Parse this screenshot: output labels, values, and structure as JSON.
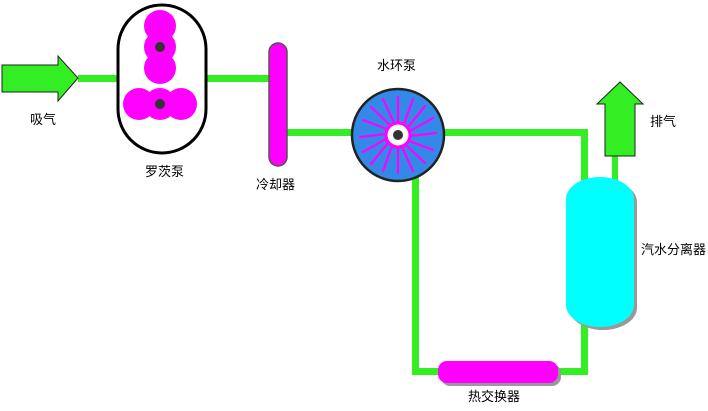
{
  "labels": {
    "intake": "吸气",
    "roots_pump": "罗茨泵",
    "cooler": "冷却器",
    "water_ring_pump": "水环泵",
    "exhaust": "排气",
    "separator": "汽水分离器",
    "heat_exchanger": "热交换器"
  },
  "colors": {
    "pipe": "#33ee22",
    "arrow": "#33ee22",
    "magenta": "#ff00ff",
    "cyan": "#00ffff",
    "pump_blue": "#3388e8",
    "dark": "#333333",
    "outline": "#000000"
  }
}
